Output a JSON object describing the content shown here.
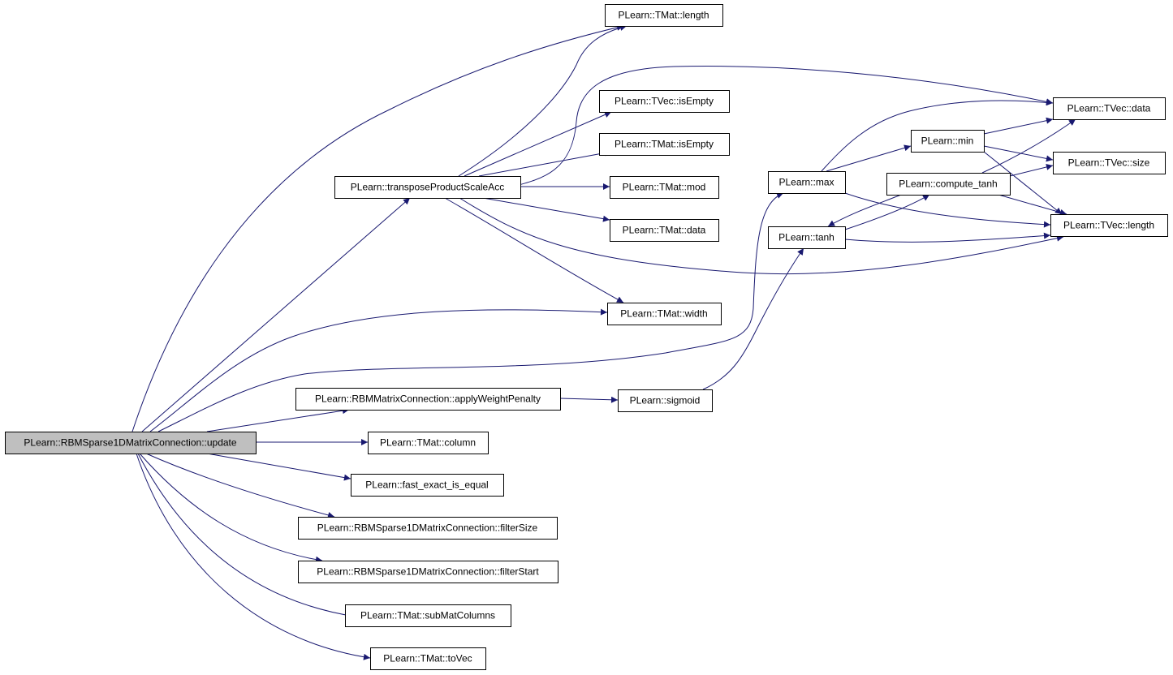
{
  "diagram": {
    "type": "call-graph",
    "colors": {
      "edge": "#191970",
      "root_fill": "#bfbfbf",
      "node_fill": "#ffffff",
      "node_border": "#000000"
    },
    "nodes": [
      {
        "id": "root",
        "label": "PLearn::RBMSparse1DMatrixConnection::update",
        "root": true
      },
      {
        "id": "tpsa",
        "label": "PLearn::transposeProductScaleAcc"
      },
      {
        "id": "tmat_length",
        "label": "PLearn::TMat::length"
      },
      {
        "id": "tvec_isempty",
        "label": "PLearn::TVec::isEmpty"
      },
      {
        "id": "tmat_isempty",
        "label": "PLearn::TMat::isEmpty"
      },
      {
        "id": "tmat_mod",
        "label": "PLearn::TMat::mod"
      },
      {
        "id": "tmat_data",
        "label": "PLearn::TMat::data"
      },
      {
        "id": "tmat_width",
        "label": "PLearn::TMat::width"
      },
      {
        "id": "max",
        "label": "PLearn::max"
      },
      {
        "id": "tanh",
        "label": "PLearn::tanh"
      },
      {
        "id": "min",
        "label": "PLearn::min"
      },
      {
        "id": "compute_tanh",
        "label": "PLearn::compute_tanh"
      },
      {
        "id": "tvec_data",
        "label": "PLearn::TVec::data"
      },
      {
        "id": "tvec_size",
        "label": "PLearn::TVec::size"
      },
      {
        "id": "tvec_length",
        "label": "PLearn::TVec::length"
      },
      {
        "id": "awp",
        "label": "PLearn::RBMMatrixConnection::applyWeightPenalty"
      },
      {
        "id": "sigmoid",
        "label": "PLearn::sigmoid"
      },
      {
        "id": "tmat_column",
        "label": "PLearn::TMat::column"
      },
      {
        "id": "fast_eq",
        "label": "PLearn::fast_exact_is_equal"
      },
      {
        "id": "filtersize",
        "label": "PLearn::RBMSparse1DMatrixConnection::filterSize"
      },
      {
        "id": "filterstart",
        "label": "PLearn::RBMSparse1DMatrixConnection::filterStart"
      },
      {
        "id": "submatcols",
        "label": "PLearn::TMat::subMatColumns"
      },
      {
        "id": "tovec",
        "label": "PLearn::TMat::toVec"
      }
    ],
    "edges": [
      {
        "from": "root",
        "to": "tmat_length"
      },
      {
        "from": "root",
        "to": "tpsa"
      },
      {
        "from": "root",
        "to": "tmat_width"
      },
      {
        "from": "root",
        "to": "max"
      },
      {
        "from": "root",
        "to": "awp"
      },
      {
        "from": "root",
        "to": "tmat_column"
      },
      {
        "from": "root",
        "to": "fast_eq"
      },
      {
        "from": "root",
        "to": "filtersize"
      },
      {
        "from": "root",
        "to": "filterstart"
      },
      {
        "from": "root",
        "to": "submatcols"
      },
      {
        "from": "root",
        "to": "tovec"
      },
      {
        "from": "tpsa",
        "to": "tmat_length"
      },
      {
        "from": "tpsa",
        "to": "tvec_data"
      },
      {
        "from": "tpsa",
        "to": "tvec_isempty"
      },
      {
        "from": "tpsa",
        "to": "tmat_isempty"
      },
      {
        "from": "tpsa",
        "to": "tmat_mod"
      },
      {
        "from": "tpsa",
        "to": "tmat_data"
      },
      {
        "from": "tpsa",
        "to": "tmat_width"
      },
      {
        "from": "tpsa",
        "to": "tvec_length"
      },
      {
        "from": "max",
        "to": "tvec_data"
      },
      {
        "from": "max",
        "to": "min"
      },
      {
        "from": "max",
        "to": "tvec_length"
      },
      {
        "from": "min",
        "to": "tvec_data"
      },
      {
        "from": "min",
        "to": "tvec_size"
      },
      {
        "from": "min",
        "to": "tvec_length"
      },
      {
        "from": "compute_tanh",
        "to": "tvec_data"
      },
      {
        "from": "compute_tanh",
        "to": "tvec_size"
      },
      {
        "from": "compute_tanh",
        "to": "tvec_length"
      },
      {
        "from": "compute_tanh",
        "to": "tanh"
      },
      {
        "from": "tanh",
        "to": "compute_tanh"
      },
      {
        "from": "tanh",
        "to": "tvec_length"
      },
      {
        "from": "awp",
        "to": "sigmoid"
      },
      {
        "from": "sigmoid",
        "to": "tanh"
      }
    ]
  }
}
